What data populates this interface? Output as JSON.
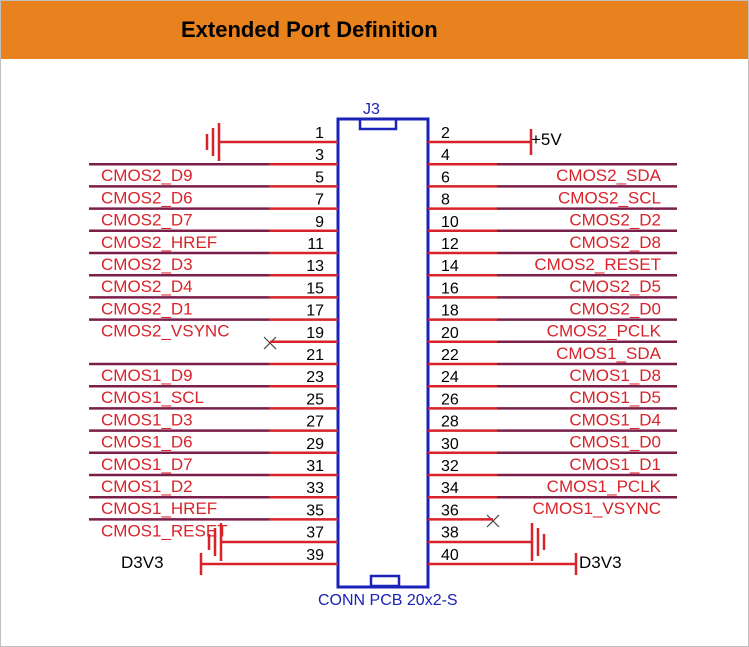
{
  "header": {
    "title": "Extended Port Definition",
    "bg_color": "#e8821f"
  },
  "connector": {
    "ref": "J3",
    "part": "CONN PCB 20x2-S",
    "body_color": "#1a22b8",
    "wire_color": "#d8232a",
    "underline_color": "#7a1f4a",
    "label_color": "#d8232a"
  },
  "pins": {
    "left": [
      {
        "num": "1",
        "signal": "",
        "mark": "gnd"
      },
      {
        "num": "3",
        "signal": "CMOS2_D9"
      },
      {
        "num": "5",
        "signal": "CMOS2_D6"
      },
      {
        "num": "7",
        "signal": "CMOS2_D7"
      },
      {
        "num": "9",
        "signal": "CMOS2_HREF"
      },
      {
        "num": "11",
        "signal": "CMOS2_D3"
      },
      {
        "num": "13",
        "signal": "CMOS2_D4"
      },
      {
        "num": "15",
        "signal": "CMOS2_D1"
      },
      {
        "num": "17",
        "signal": "CMOS2_VSYNC"
      },
      {
        "num": "19",
        "signal": "",
        "mark": "nc"
      },
      {
        "num": "21",
        "signal": "CMOS1_D9"
      },
      {
        "num": "23",
        "signal": "CMOS1_SCL"
      },
      {
        "num": "25",
        "signal": "CMOS1_D3"
      },
      {
        "num": "27",
        "signal": "CMOS1_D6"
      },
      {
        "num": "29",
        "signal": "CMOS1_D7"
      },
      {
        "num": "31",
        "signal": "CMOS1_D2"
      },
      {
        "num": "33",
        "signal": "CMOS1_HREF"
      },
      {
        "num": "35",
        "signal": "CMOS1_RESET"
      },
      {
        "num": "37",
        "signal": "",
        "mark": "gnd"
      },
      {
        "num": "39",
        "signal": "",
        "mark": "power"
      }
    ],
    "right": [
      {
        "num": "2",
        "signal": "",
        "mark": "power"
      },
      {
        "num": "4",
        "signal": "CMOS2_SDA"
      },
      {
        "num": "6",
        "signal": "CMOS2_SCL"
      },
      {
        "num": "8",
        "signal": "CMOS2_D2"
      },
      {
        "num": "10",
        "signal": "CMOS2_D8"
      },
      {
        "num": "12",
        "signal": "CMOS2_RESET"
      },
      {
        "num": "14",
        "signal": "CMOS2_D5"
      },
      {
        "num": "16",
        "signal": "CMOS2_D0"
      },
      {
        "num": "18",
        "signal": "CMOS2_PCLK"
      },
      {
        "num": "20",
        "signal": "CMOS1_SDA"
      },
      {
        "num": "22",
        "signal": "CMOS1_D8"
      },
      {
        "num": "24",
        "signal": "CMOS1_D5"
      },
      {
        "num": "26",
        "signal": "CMOS1_D4"
      },
      {
        "num": "28",
        "signal": "CMOS1_D0"
      },
      {
        "num": "30",
        "signal": "CMOS1_D1"
      },
      {
        "num": "32",
        "signal": "CMOS1_PCLK"
      },
      {
        "num": "34",
        "signal": "CMOS1_VSYNC"
      },
      {
        "num": "36",
        "signal": "",
        "mark": "nc"
      },
      {
        "num": "38",
        "signal": "",
        "mark": "gnd"
      },
      {
        "num": "40",
        "signal": "",
        "mark": "power"
      }
    ]
  },
  "power": {
    "plus5v": "+5V",
    "d3v3_left": "D3V3",
    "d3v3_right": "D3V3"
  }
}
